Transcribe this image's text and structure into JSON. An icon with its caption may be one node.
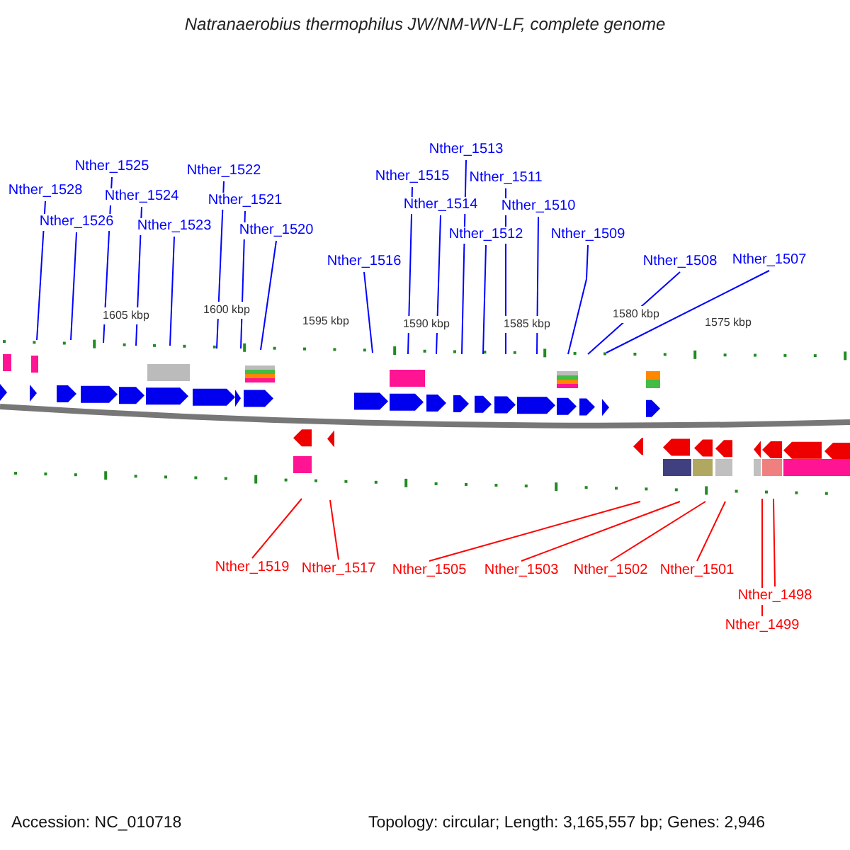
{
  "diagram": {
    "title": "Natranaerobius thermophilus JW/NM-WN-LF, complete genome",
    "nodes": [
      {
        "text": [
          "Nther_1528"
        ]
      },
      {
        "text": [
          "Nther_1526"
        ]
      },
      {
        "text": [
          "Nther_1525"
        ]
      },
      {
        "text": [
          "Nther_1524"
        ]
      },
      {
        "text": [
          "Nther_1523"
        ]
      },
      {
        "text": [
          "Nther_1522"
        ]
      },
      {
        "text": [
          "Nther_1521"
        ]
      },
      {
        "text": [
          "Nther_1520"
        ]
      },
      {
        "text": [
          "Nther_1516"
        ]
      },
      {
        "text": [
          "Nther_1515"
        ]
      },
      {
        "text": [
          "Nther_1514"
        ]
      },
      {
        "text": [
          "Nther_1513"
        ]
      },
      {
        "text": [
          "Nther_1512"
        ]
      },
      {
        "text": [
          "Nther_1511"
        ]
      },
      {
        "text": [
          "Nther_1510"
        ]
      },
      {
        "text": [
          "Nther_1509"
        ]
      },
      {
        "text": [
          "Nther_1508"
        ]
      },
      {
        "text": [
          "Nther_1507"
        ]
      },
      {
        "text": [
          "Nther_1519"
        ]
      },
      {
        "text": [
          "Nther_1517"
        ]
      },
      {
        "text": [
          "Nther_1505"
        ]
      },
      {
        "text": [
          "Nther_1503"
        ]
      },
      {
        "text": [
          "Nther_1502"
        ]
      },
      {
        "text": [
          "Nther_1501"
        ]
      },
      {
        "text": [
          "Nther_1498"
        ]
      },
      {
        "text": [
          "Nther_1499"
        ]
      }
    ],
    "edges": [
      {
        "from": 0,
        "to": null,
        "arrow": "none"
      },
      {
        "from": 1,
        "to": null,
        "arrow": "none"
      },
      {
        "from": 2,
        "to": null,
        "arrow": "none"
      },
      {
        "from": 3,
        "to": null,
        "arrow": "none"
      },
      {
        "from": 4,
        "to": null,
        "arrow": "none"
      },
      {
        "from": 5,
        "to": null,
        "arrow": "none"
      },
      {
        "from": 6,
        "to": null,
        "arrow": "none"
      },
      {
        "from": 7,
        "to": null,
        "arrow": "none"
      },
      {
        "from": 8,
        "to": null,
        "arrow": "none"
      },
      {
        "from": 9,
        "to": null,
        "arrow": "none"
      },
      {
        "from": 10,
        "to": null,
        "arrow": "none"
      },
      {
        "from": 11,
        "to": null,
        "arrow": "none"
      },
      {
        "from": 12,
        "to": null,
        "arrow": "none"
      },
      {
        "from": 13,
        "to": null,
        "arrow": "none"
      },
      {
        "from": 14,
        "to": null,
        "arrow": "none"
      },
      {
        "from": 15,
        "to": null,
        "arrow": "none"
      },
      {
        "from": 16,
        "to": null,
        "arrow": "none"
      },
      {
        "from": 17,
        "to": null,
        "arrow": "none"
      },
      {
        "from": 18,
        "to": null,
        "arrow": "none",
        "color": "#ff0000"
      },
      {
        "from": 19,
        "to": null,
        "arrow": "none",
        "color": "#ff0000"
      },
      {
        "from": 20,
        "to": null,
        "arrow": "none",
        "color": "#ff0000"
      },
      {
        "from": 21,
        "to": null,
        "arrow": "none",
        "color": "#ff0000"
      },
      {
        "from": 22,
        "to": null,
        "arrow": "none",
        "color": "#ff0000"
      },
      {
        "from": 23,
        "to": null,
        "arrow": "none",
        "color": "#ff0000"
      },
      {
        "from": 24,
        "to": null,
        "arrow": "none",
        "color": "#ff0000"
      },
      {
        "from": 25,
        "to": null,
        "arrow": "none",
        "color": "#ff0000"
      }
    ],
    "labels": [
      "1605 kbp",
      "1600 kbp",
      "1595 kbp",
      "1590 kbp",
      "1585 kbp",
      "1580 kbp",
      "1575 kbp",
      "Accession: NC_010718",
      "Topology: circular; Length: 3,165,557 bp; Genes: 2,946"
    ]
  }
}
